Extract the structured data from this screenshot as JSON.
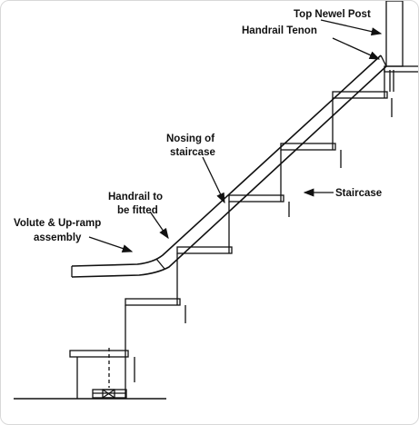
{
  "labels": {
    "top_newel_post": "Top Newel Post",
    "handrail_tenon": "Handrail Tenon",
    "nosing_line1": "Nosing of",
    "nosing_line2": "staircase",
    "staircase": "Staircase",
    "handrail_line1": "Handrail to",
    "handrail_line2": "be fitted",
    "volute_line1": "Volute & Up-ramp",
    "volute_line2": "assembly"
  },
  "colors": {
    "ink": "#111111",
    "frame": "#d8d8d8",
    "background": "#ffffff"
  }
}
